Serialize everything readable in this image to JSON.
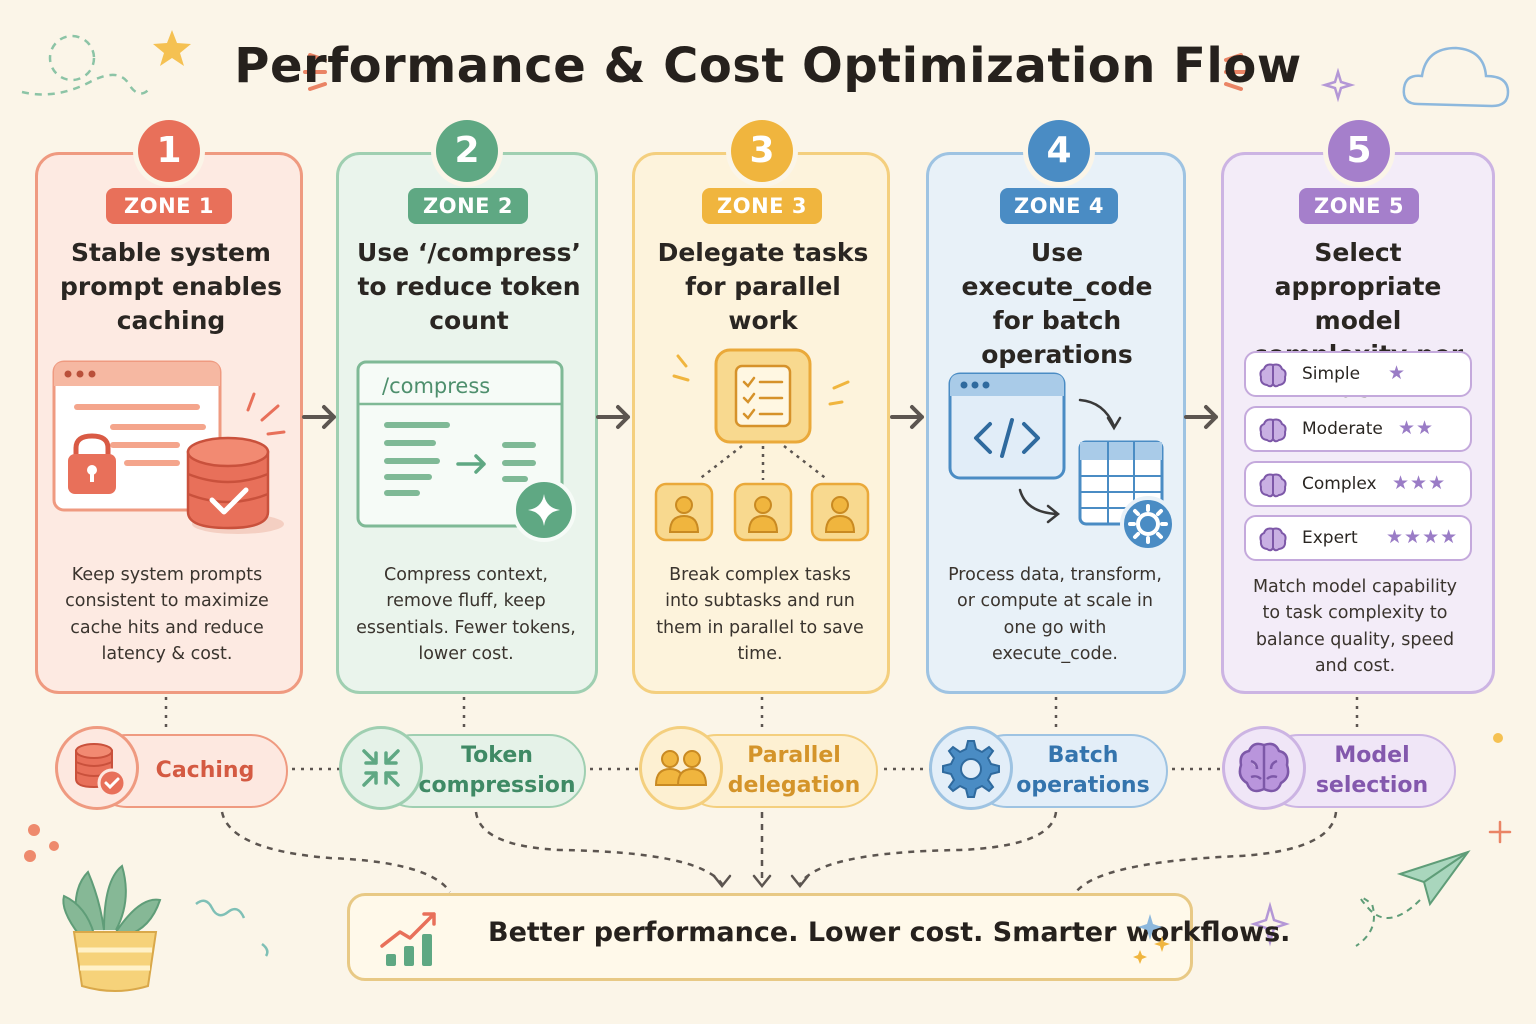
{
  "title": "Performance & Cost Optimization Flow",
  "zones": [
    {
      "number": "1",
      "zone_label": "ZONE 1",
      "heading": "Stable system prompt enables caching",
      "description": "Keep system prompts consistent to maximize cache hits and reduce latency & cost.",
      "pill_label": "Caching",
      "color": "#e8705a"
    },
    {
      "number": "2",
      "zone_label": "ZONE 2",
      "heading": "Use ‘/compress’ to reduce token count",
      "description": "Compress context, remove fluff, keep essentials. Fewer tokens, lower cost.",
      "pill_label": "Token compression",
      "color": "#5fa883",
      "panel_command": "/compress"
    },
    {
      "number": "3",
      "zone_label": "ZONE 3",
      "heading": "Delegate tasks for parallel work",
      "description": "Break complex tasks into subtasks and run them in parallel to save time.",
      "pill_label": "Parallel delegation",
      "color": "#f0b53e"
    },
    {
      "number": "4",
      "zone_label": "ZONE 4",
      "heading": "Use execute_code for batch operations",
      "description": "Process data, transform, or compute at scale in one go with execute_code.",
      "pill_label": "Batch operations",
      "color": "#4a8cc4"
    },
    {
      "number": "5",
      "zone_label": "ZONE 5",
      "heading": "Select appropriate model complexity per task",
      "description": "Match model capability to task complexity to balance quality, speed and cost.",
      "pill_label": "Model selection",
      "color": "#a57fcb"
    }
  ],
  "model_levels": [
    {
      "label": "Simple",
      "stars": "★"
    },
    {
      "label": "Moderate",
      "stars": "★★"
    },
    {
      "label": "Complex",
      "stars": "★★★"
    },
    {
      "label": "Expert",
      "stars": "★★★★"
    }
  ],
  "banner_text": "Better performance. Lower cost. Smarter workflows.",
  "icons": {
    "zone1": [
      "browser-window-icon",
      "lock-icon",
      "database-check-icon"
    ],
    "zone2": [
      "compress-window-icon",
      "sparkle-icon"
    ],
    "zone3": [
      "task-list-icon",
      "person-icon"
    ],
    "zone4": [
      "code-window-icon",
      "table-icon",
      "gear-icon"
    ],
    "zone5": [
      "brain-icon",
      "star-icon"
    ],
    "banner": [
      "growth-chart-icon"
    ]
  }
}
